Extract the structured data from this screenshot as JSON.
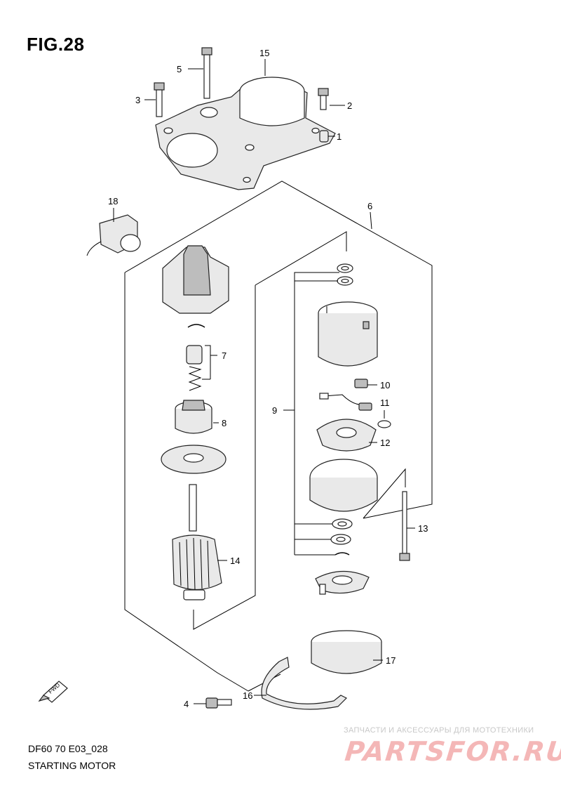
{
  "figure": {
    "title": "FIG.28"
  },
  "diagram": {
    "code": "DF60 70 E03_028",
    "caption": "STARTING MOTOR"
  },
  "callouts": [
    {
      "id": "c1",
      "label": "1"
    },
    {
      "id": "c2",
      "label": "2"
    },
    {
      "id": "c3",
      "label": "3"
    },
    {
      "id": "c4",
      "label": "4"
    },
    {
      "id": "c5",
      "label": "5"
    },
    {
      "id": "c6",
      "label": "6"
    },
    {
      "id": "c7",
      "label": "7"
    },
    {
      "id": "c8",
      "label": "8"
    },
    {
      "id": "c9",
      "label": "9"
    },
    {
      "id": "c10",
      "label": "10"
    },
    {
      "id": "c11",
      "label": "11"
    },
    {
      "id": "c12",
      "label": "12"
    },
    {
      "id": "c13",
      "label": "13"
    },
    {
      "id": "c14",
      "label": "14"
    },
    {
      "id": "c15",
      "label": "15"
    },
    {
      "id": "c16",
      "label": "16"
    },
    {
      "id": "c17",
      "label": "17"
    },
    {
      "id": "c18",
      "label": "18"
    }
  ],
  "direction_marker": {
    "label": "FWD"
  },
  "watermark": {
    "tagline": "ЗАПЧАСТИ И АКСЕССУАРЫ ДЛЯ МОТОТЕХНИКИ",
    "logo": "PARTSFOR.RU"
  }
}
